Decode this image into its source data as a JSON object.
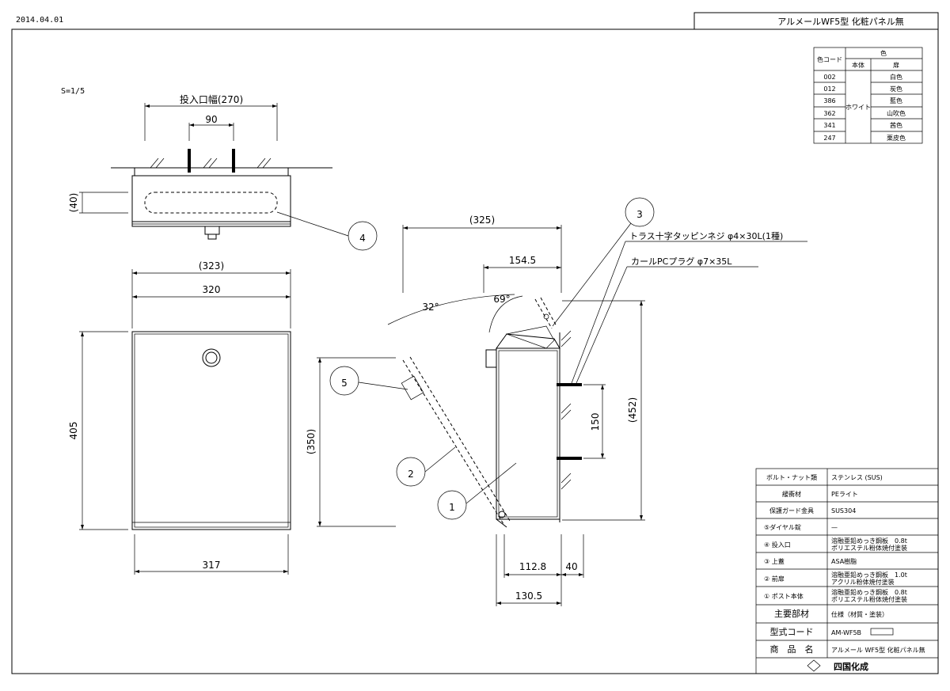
{
  "header": {
    "date": "2014.04.01",
    "title": "アルメールWF5型 化粧パネル無"
  },
  "scale": "S=1/5",
  "color_table": {
    "header_code": "色コード",
    "header_color": "色",
    "header_body": "本体",
    "header_door": "扉",
    "body_color": "ホワイト",
    "rows": [
      {
        "code": "002",
        "door": "白色"
      },
      {
        "code": "012",
        "door": "炭色"
      },
      {
        "code": "386",
        "door": "藍色"
      },
      {
        "code": "362",
        "door": "山吹色"
      },
      {
        "code": "341",
        "door": "茜色"
      },
      {
        "code": "247",
        "door": "栗皮色"
      }
    ]
  },
  "dimensions": {
    "slot_width": "投入口幅(270)",
    "d90": "90",
    "d40p": "(40)",
    "d323": "(323)",
    "d320": "320",
    "d405": "405",
    "d317": "317",
    "d325": "(325)",
    "d154": "154.5",
    "a32": "32°",
    "a69": "69°",
    "d350": "(350)",
    "d452": "(452)",
    "d150": "150",
    "d112": "112.8",
    "d40": "40",
    "d130": "130.5"
  },
  "callouts": {
    "c1": "1",
    "c2": "2",
    "c3": "3",
    "c4": "4",
    "c5": "5",
    "screw": "トラス十字タッピンネジ φ4×30L(1種)",
    "plug": "カールPCプラグ φ7×35L"
  },
  "spec_table": {
    "rows": [
      {
        "part": "ボルト・ナット類",
        "spec": "ステンレス (SUS)"
      },
      {
        "part": "緩衝材",
        "spec": "PEライト"
      },
      {
        "part": "保護ガード金具",
        "spec": "SUS304"
      },
      {
        "part": "⑤ダイヤル錠",
        "spec": "—"
      },
      {
        "part": "④ 投入口",
        "spec": "溶融亜鉛めっき鋼板　0.8t",
        "spec2": "ポリエステル粉体焼付塗装"
      },
      {
        "part": "③ 上蓋",
        "spec": "ASA樹脂"
      },
      {
        "part": "② 前扉",
        "spec": "溶融亜鉛めっき鋼板　1.0t",
        "spec2": "アクリル粉体焼付塗装"
      },
      {
        "part": "① ポスト本体",
        "spec": "溶融亜鉛めっき鋼板　0.8t",
        "spec2": "ポリエステル粉体焼付塗装"
      }
    ],
    "main_label": "主要部材",
    "main_value": "仕様（材質・塗装）",
    "model_label": "型式コード",
    "model_value": "AM-WF5B",
    "name_label": "商　品　名",
    "name_value": "アルメール WF5型 化粧パネル無",
    "company": "四国化成"
  }
}
